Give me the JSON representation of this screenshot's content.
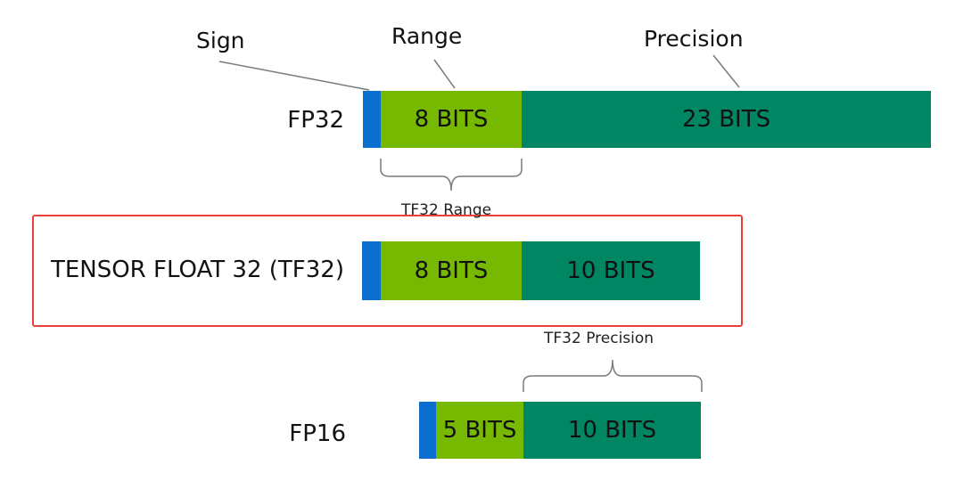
{
  "colors": {
    "sign": "#0a6fce",
    "range": "#76b900",
    "precision": "#008662",
    "highlight": "#e8413a",
    "line": "#7a7a7a"
  },
  "annotations": {
    "sign": "Sign",
    "range": "Range",
    "precision": "Precision"
  },
  "formats": {
    "fp32": {
      "label": "FP32",
      "range_bits": "8 BITS",
      "precision_bits": "23 BITS"
    },
    "tf32": {
      "label": "TENSOR FLOAT 32 (TF32)",
      "range_bits": "8 BITS",
      "precision_bits": "10 BITS",
      "highlighted": true
    },
    "fp16": {
      "label": "FP16",
      "range_bits": "5 BITS",
      "precision_bits": "10 BITS"
    }
  },
  "braces": {
    "tf32_range": "TF32 Range",
    "tf32_precision": "TF32 Precision"
  }
}
